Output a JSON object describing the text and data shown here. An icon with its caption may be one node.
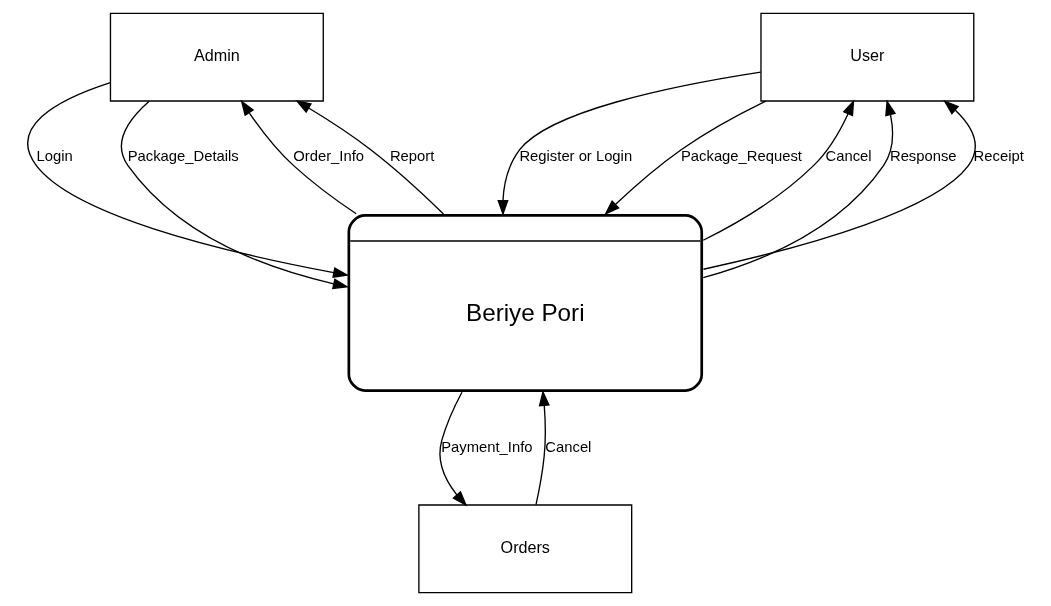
{
  "diagram": {
    "nodes": [
      {
        "text": [
          "Admin"
        ]
      },
      {
        "text": [
          "User"
        ]
      },
      {
        "text": [
          "Beriye Pori"
        ]
      },
      {
        "text": [
          "Orders"
        ]
      }
    ],
    "edges": [
      {
        "from": 0,
        "to": 2,
        "arrow": "to",
        "label": "Login"
      },
      {
        "from": 0,
        "to": 2,
        "arrow": "to",
        "label": "Package_Details"
      },
      {
        "from": 1,
        "to": 2,
        "arrow": "to",
        "label": "Register or Login"
      },
      {
        "from": 2,
        "to": 0,
        "arrow": "to",
        "label": "Order_Info"
      },
      {
        "from": 2,
        "to": 0,
        "arrow": "to",
        "label": "Report"
      },
      {
        "from": 2,
        "to": 1,
        "arrow": "to",
        "label": "Cancel"
      },
      {
        "from": 1,
        "to": 2,
        "arrow": "to",
        "label": "Package_Request"
      },
      {
        "from": 2,
        "to": 1,
        "arrow": "to",
        "label": "Response"
      },
      {
        "from": 2,
        "to": 1,
        "arrow": "to",
        "label": "Receipt"
      },
      {
        "from": 3,
        "to": 2,
        "arrow": "to",
        "label": "Cancel"
      },
      {
        "from": 2,
        "to": 3,
        "arrow": "to",
        "label": "Payment_Info"
      }
    ]
  }
}
